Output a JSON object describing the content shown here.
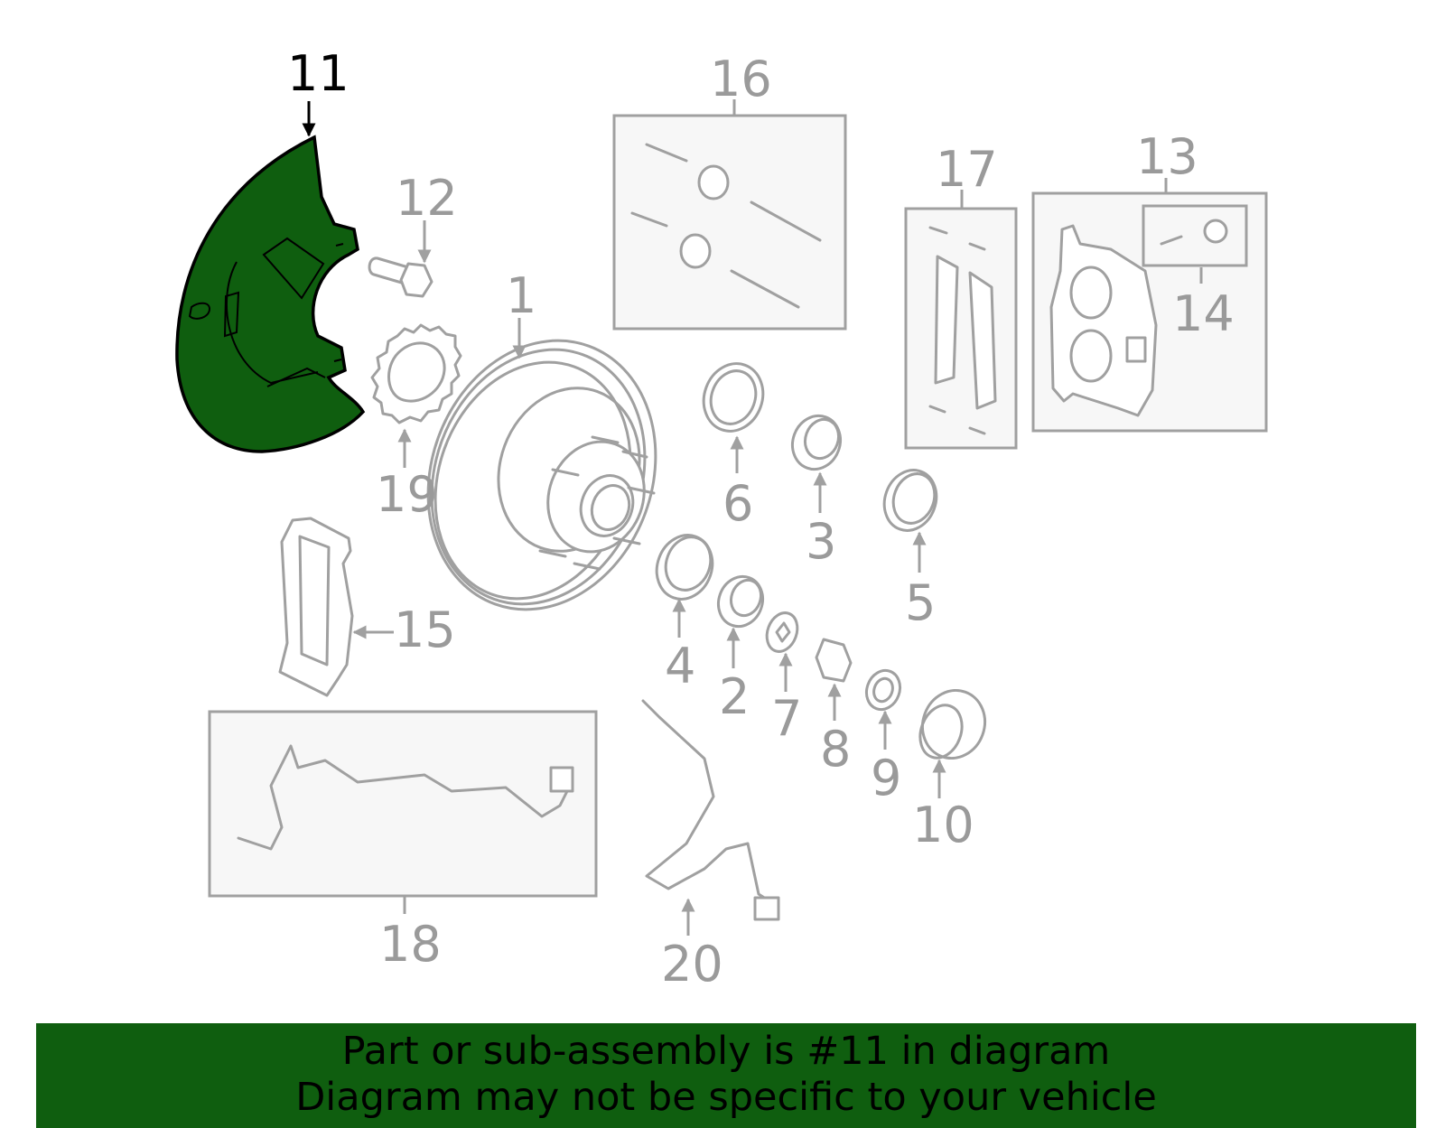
{
  "diagram": {
    "highlight_color": "#0f5e0f",
    "highlighted_part": "11",
    "callouts": [
      "1",
      "2",
      "3",
      "4",
      "5",
      "6",
      "7",
      "8",
      "9",
      "10",
      "11",
      "12",
      "13",
      "14",
      "15",
      "16",
      "17",
      "18",
      "19",
      "20"
    ]
  },
  "banner": {
    "line1": "Part or sub-assembly is #11 in diagram",
    "line2": "Diagram may not be specific to your vehicle",
    "background": "#0f5e0f"
  }
}
